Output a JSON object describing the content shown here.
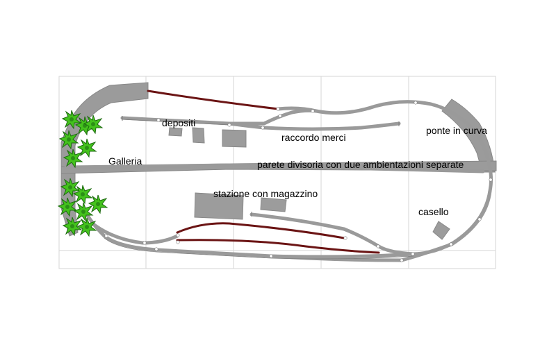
{
  "labels": {
    "depositi": "depositi",
    "raccordo": "raccordo merci",
    "ponte": "ponte in curva",
    "galleria": "Galleria",
    "parete": "parete divisoria con due ambientazioni separate",
    "stazione": "stazione con magazzino",
    "casello": "casello"
  },
  "colors": {
    "track": "#9a9a9a",
    "track_edge": "#7d7d7d",
    "rail_red": "#6b1414",
    "structure": "#9b9b9b",
    "building": "#9c9c9c",
    "tree_light": "#44c21d",
    "tree_dark": "#1d6a10",
    "grid": "#d6d6d6",
    "joint": "#ffffff"
  },
  "icons": {
    "tree": "tree-icon",
    "joint": "track-joint-icon"
  }
}
